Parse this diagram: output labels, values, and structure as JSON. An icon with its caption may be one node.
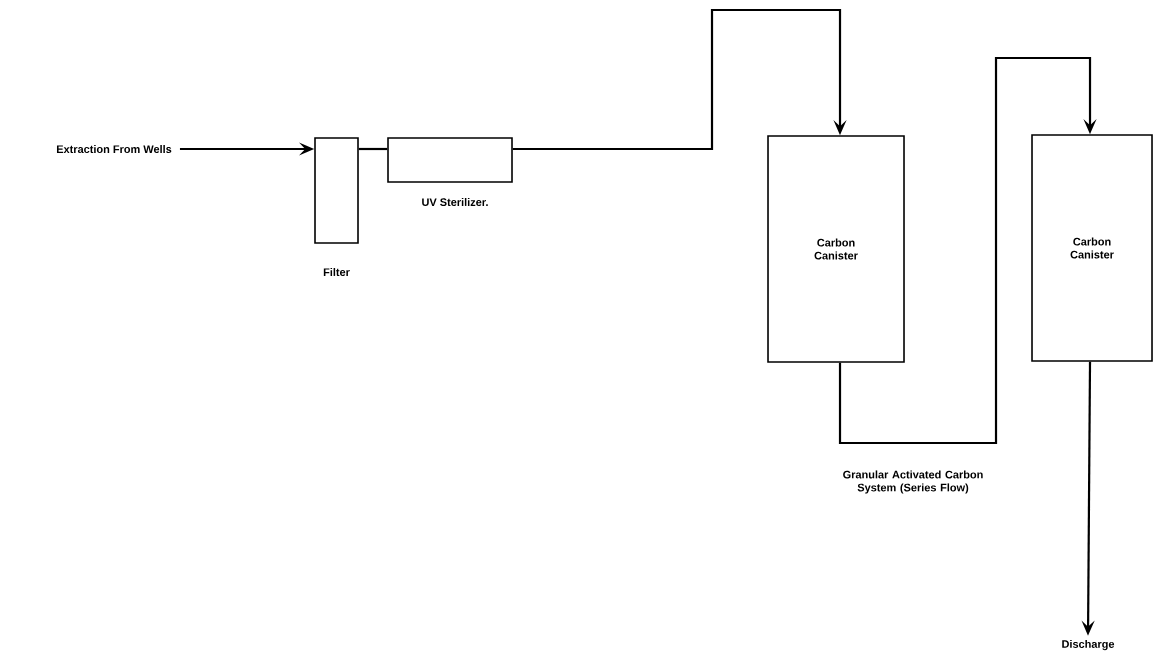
{
  "diagram": {
    "nodes": [
      {
        "text": [
          "Extraction From Wells"
        ]
      },
      {
        "text": [],
        "shape": "box",
        "beside": [
          "Filter"
        ]
      },
      {
        "text": [],
        "shape": "box",
        "beside": [
          "UV Sterilizer."
        ]
      },
      {
        "text": [
          "Carbon Canister"
        ]
      },
      {
        "text": [
          "Carbon Canister"
        ]
      },
      {
        "text": [
          "Discharge"
        ]
      }
    ],
    "edges": [
      {
        "from": 0,
        "to": 1,
        "arrow": "to"
      },
      {
        "from": 1,
        "to": 2,
        "arrow": "none"
      },
      {
        "from": 2,
        "to": 3,
        "arrow": "to"
      },
      {
        "from": 3,
        "to": 4,
        "arrow": "to"
      },
      {
        "from": 4,
        "to": 5,
        "arrow": "to"
      }
    ],
    "labels": [
      "Granular Activated Carbon System (Series Flow)"
    ]
  }
}
